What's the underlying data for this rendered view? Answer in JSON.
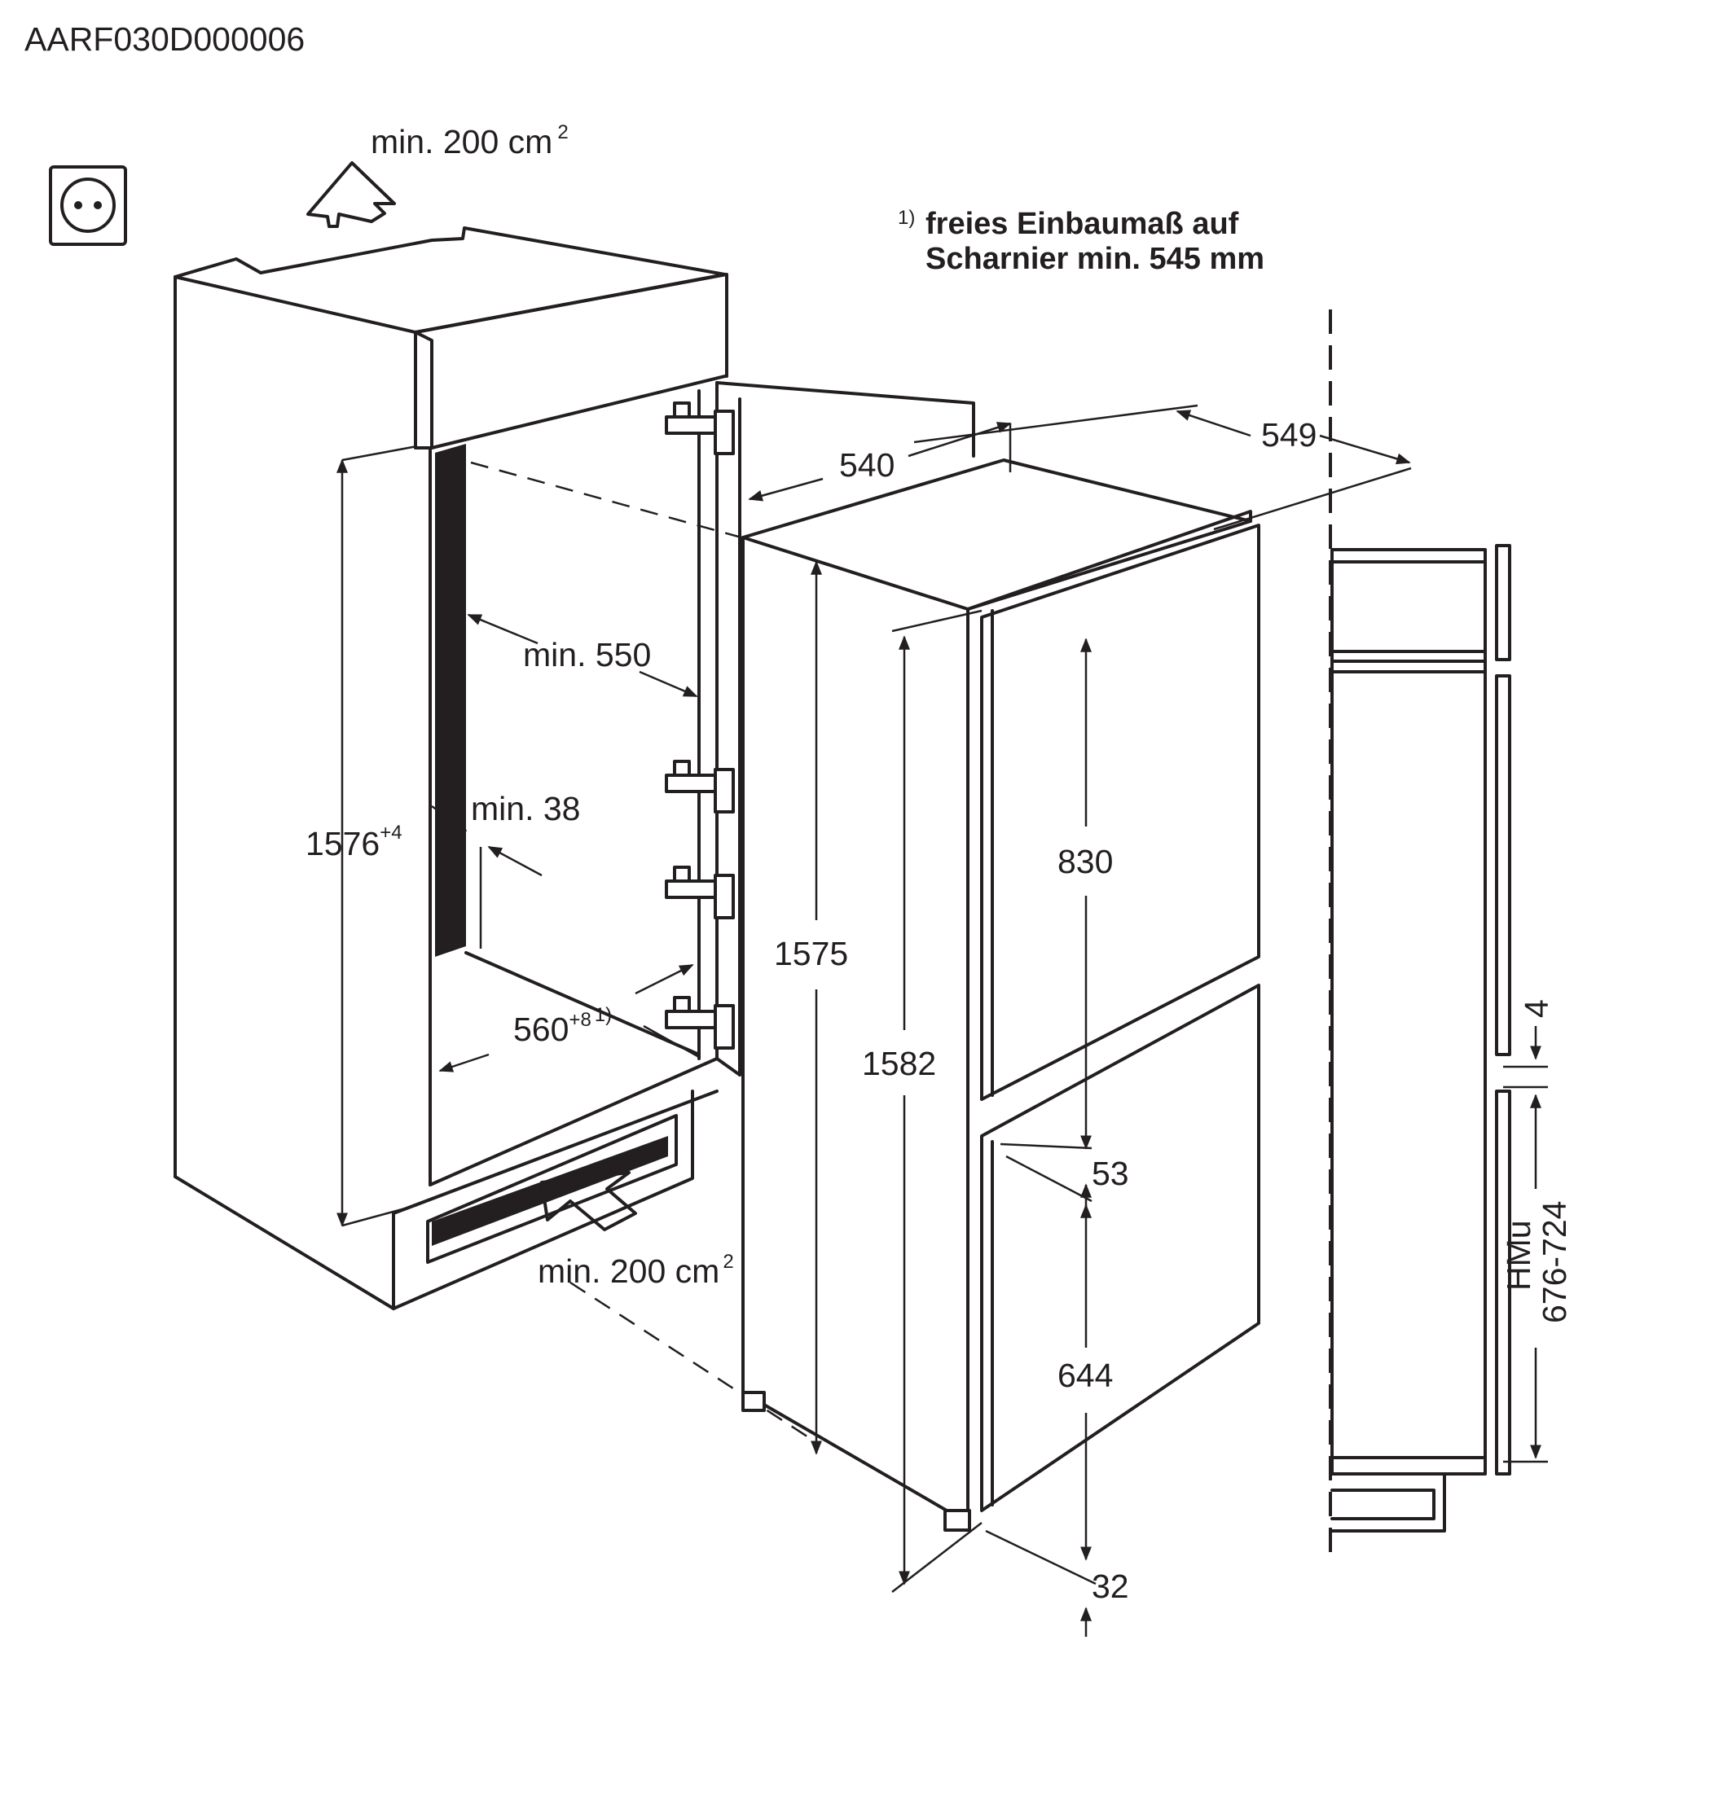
{
  "document_code": "AARF030D000006",
  "footnote": {
    "marker": "1)",
    "line1": "freies Einbaumaß auf",
    "line2": "Scharnier min. 545 mm"
  },
  "ventilation": {
    "top_label": "min. 200 cm",
    "bottom_label": "min. 200 cm",
    "unit_superscript": "2"
  },
  "niche": {
    "height": "1576",
    "height_tolerance": "+4",
    "depth_min": "min. 550",
    "gap_min": "min. 38",
    "width": "560",
    "width_tolerance": "+8",
    "width_footnote": "1)"
  },
  "appliance": {
    "depth_overall": "549",
    "width": "540",
    "height_body": "1575",
    "height_total": "1582",
    "upper_door": "830",
    "door_gap": "53",
    "lower_door": "644",
    "foot_height": "32"
  },
  "side_view": {
    "gap": "4",
    "hmu_label": "HMu",
    "hmu_range": "676-724"
  },
  "icons": [
    "power-socket-icon",
    "airflow-up-arrow-icon",
    "airflow-in-arrow-icon"
  ]
}
